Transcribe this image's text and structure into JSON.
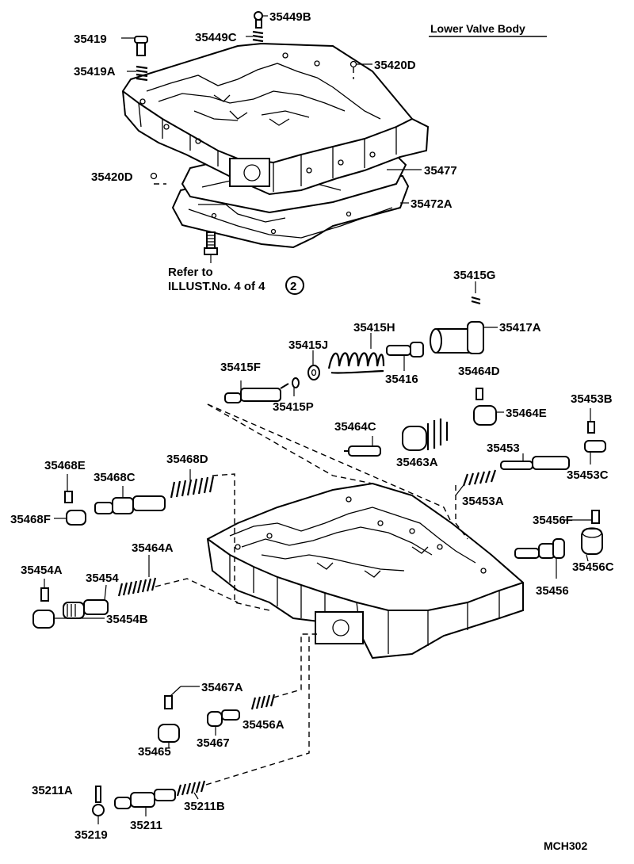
{
  "diagram": {
    "title": "Lower Valve Body",
    "code": "MCH302",
    "refer_line1": "Refer to",
    "refer_line2": "ILLUST.No. 4 of 4",
    "refer_badge": "2",
    "labels": {
      "p35419": "35419",
      "p35419A": "35419A",
      "p35449B": "35449B",
      "p35449C": "35449C",
      "p35420D_top": "35420D",
      "p35420D_left": "35420D",
      "p35477": "35477",
      "p35472A": "35472A",
      "p35415G": "35415G",
      "p35417A": "35417A",
      "p35415H": "35415H",
      "p35415J": "35415J",
      "p35416": "35416",
      "p35415F": "35415F",
      "p35415P": "35415P",
      "p35464D": "35464D",
      "p35464E": "35464E",
      "p35453B": "35453B",
      "p35464C": "35464C",
      "p35463A": "35463A",
      "p35453": "35453",
      "p35453C": "35453C",
      "p35453A": "35453A",
      "p35468E": "35468E",
      "p35468D": "35468D",
      "p35468C": "35468C",
      "p35468F": "35468F",
      "p35456F": "35456F",
      "p35456C": "35456C",
      "p35456": "35456",
      "p35464A": "35464A",
      "p35454A": "35454A",
      "p35454": "35454",
      "p35454B": "35454B",
      "p35467A": "35467A",
      "p35456A": "35456A",
      "p35465": "35465",
      "p35467": "35467",
      "p35211A": "35211A",
      "p35211B": "35211B",
      "p35219": "35219",
      "p35211": "35211"
    }
  }
}
